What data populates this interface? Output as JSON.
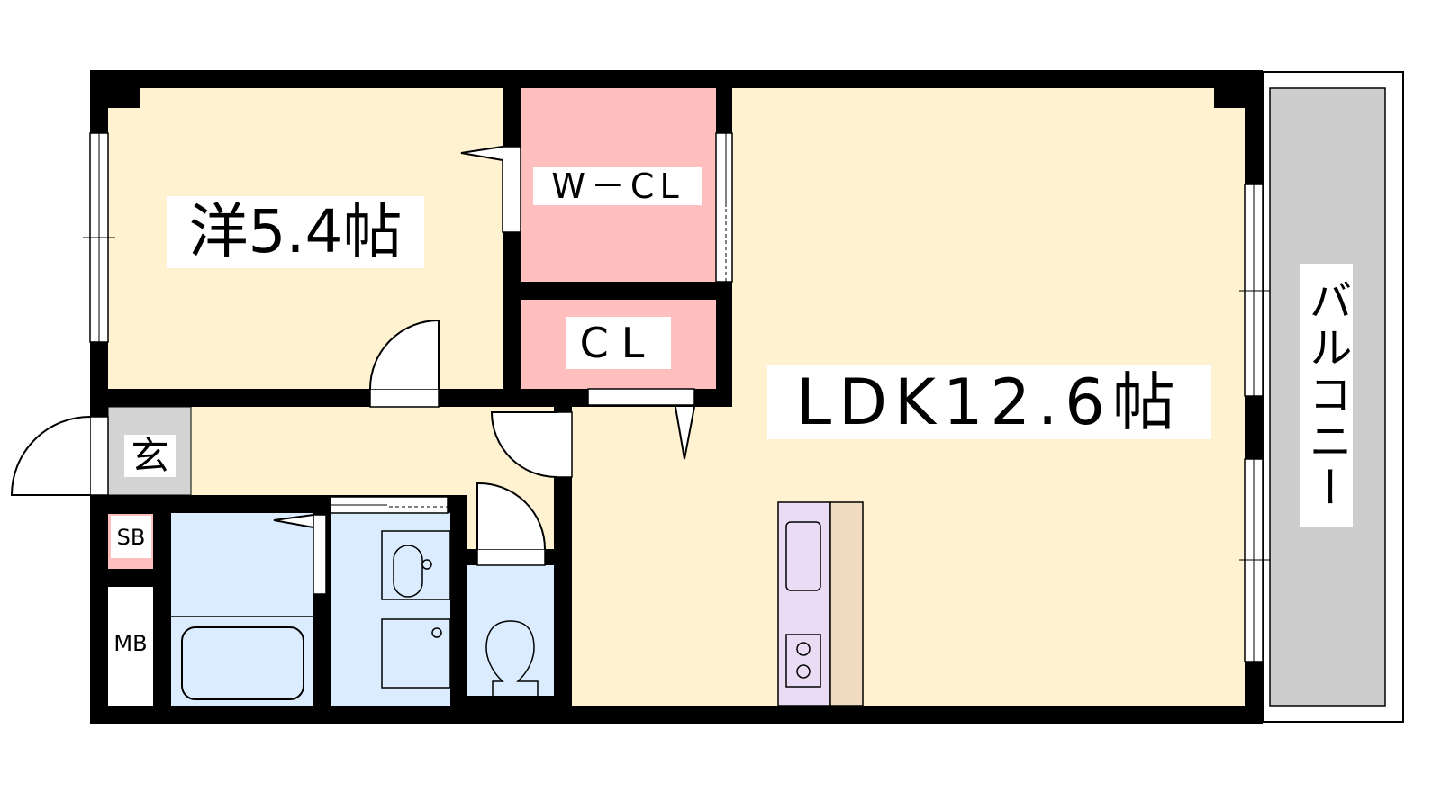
{
  "floorplan": {
    "rooms": {
      "western": "洋5.4帖",
      "walk_in_closet": "W－CL",
      "closet": "CL",
      "ldk": "LDK12.6帖",
      "balcony": "バルコニー",
      "entrance": "玄",
      "shoe_box": "SB",
      "meter_box": "MB"
    },
    "colors": {
      "room": "#fff2d0",
      "closet": "#ffbfbf",
      "wet_area": "#dbecff",
      "entrance": "#d3d3d3",
      "balcony": "#cdcdcd",
      "kitchen": "#eadcf4",
      "counter": "#f0dcc0",
      "wall": "#000000"
    }
  }
}
